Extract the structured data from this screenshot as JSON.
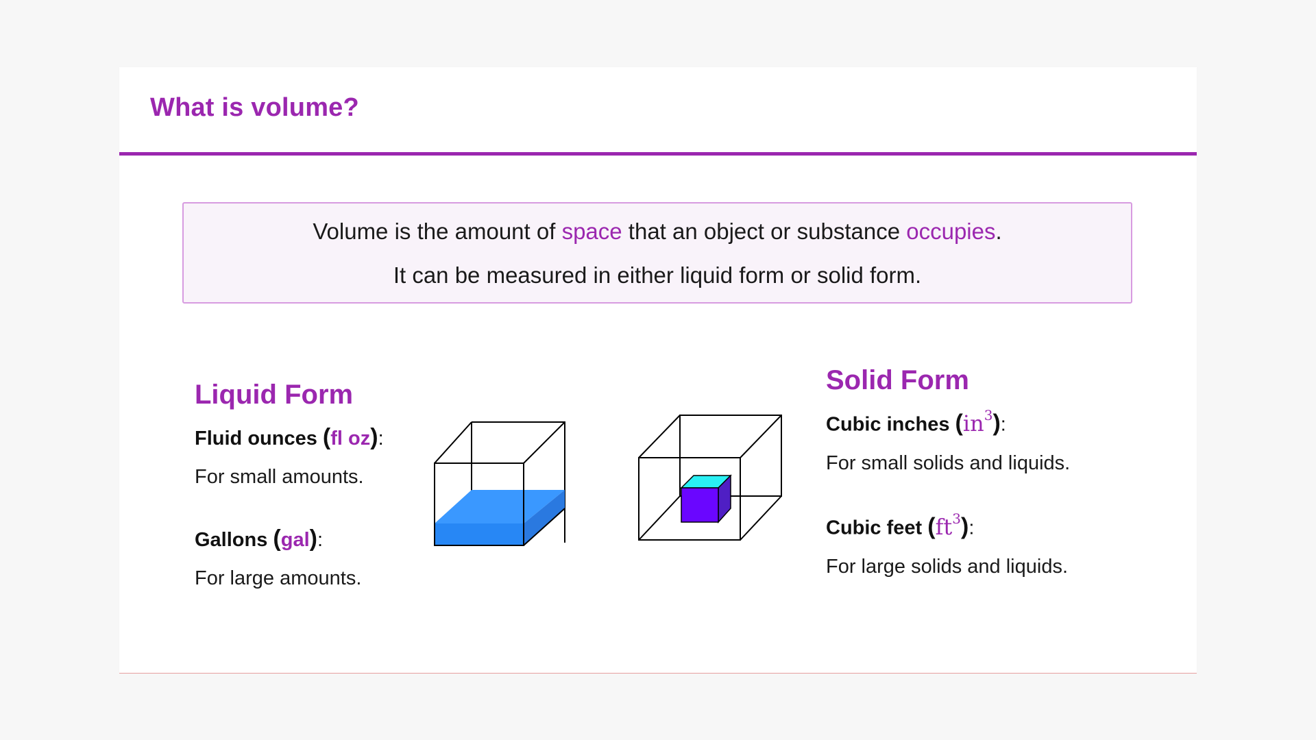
{
  "slide": {
    "title": "What is volume?",
    "accent_color": "#9b27af"
  },
  "definition": {
    "line1_before": "Volume is the amount of ",
    "line1_highlight1": "space",
    "line1_middle": " that an object or substance ",
    "line1_highlight2": "occupies",
    "line1_end": ".",
    "line2": "It can be measured in either liquid form or solid form."
  },
  "liquid": {
    "heading": "Liquid Form",
    "units": [
      {
        "name": "Fluid ounces ",
        "open": "(",
        "abbr": "fl oz",
        "close": ")",
        "colon": ":",
        "description": "For small amounts."
      },
      {
        "name": "Gallons ",
        "open": "(",
        "abbr": "gal",
        "close": ")",
        "colon": ":",
        "description": "For large amounts."
      }
    ],
    "illustration": "liquid-filled-cube-icon",
    "liquid_color": "#3a98ff"
  },
  "solid": {
    "heading": "Solid Form",
    "units": [
      {
        "name": "Cubic inches ",
        "open": "(",
        "base": "in",
        "exponent": "3",
        "close": ")",
        "colon": ":",
        "description": "For small solids and liquids."
      },
      {
        "name": "Cubic feet ",
        "open": "(",
        "base": "ft",
        "exponent": "3",
        "close": ")",
        "colon": ":",
        "description": "For large solids and liquids."
      }
    ],
    "illustration": "cube-in-cube-icon",
    "solid_color": "#6a06ff"
  }
}
